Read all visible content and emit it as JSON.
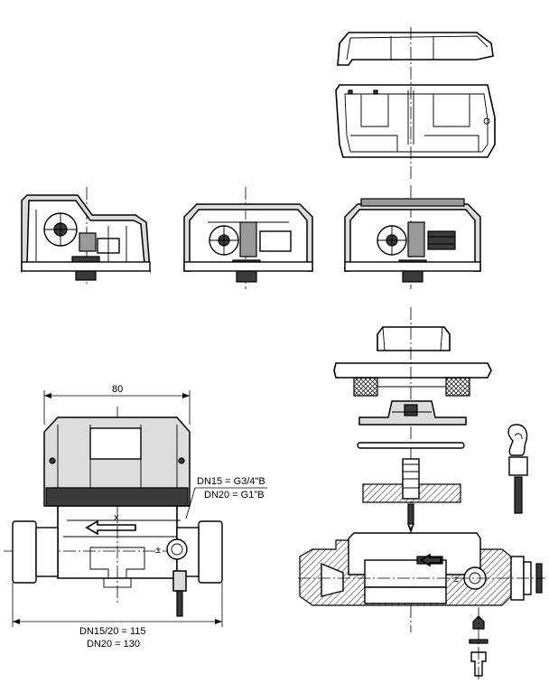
{
  "annotations": {
    "width_dim": "80",
    "thread_dn15": "DN15 = G3/4\"B",
    "thread_dn20": "DN20 = G1\"B",
    "length_dn15_20": "DN15/20 = 115",
    "length_dn20": "DN20 = 130",
    "axis_mark": "x"
  }
}
